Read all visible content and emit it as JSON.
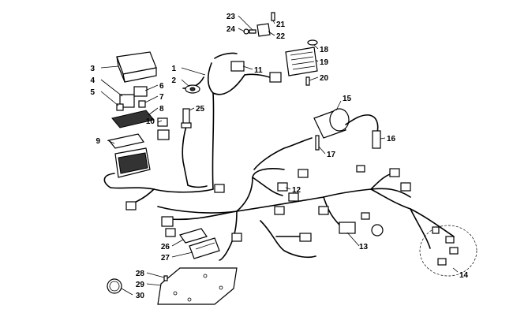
{
  "callouts": [
    "1",
    "2",
    "3",
    "4",
    "5",
    "6",
    "7",
    "8",
    "9",
    "10",
    "11",
    "12",
    "13",
    "14",
    "15",
    "16",
    "17",
    "18",
    "19",
    "20",
    "21",
    "22",
    "23",
    "24",
    "25",
    "26",
    "27",
    "28",
    "29",
    "30"
  ]
}
